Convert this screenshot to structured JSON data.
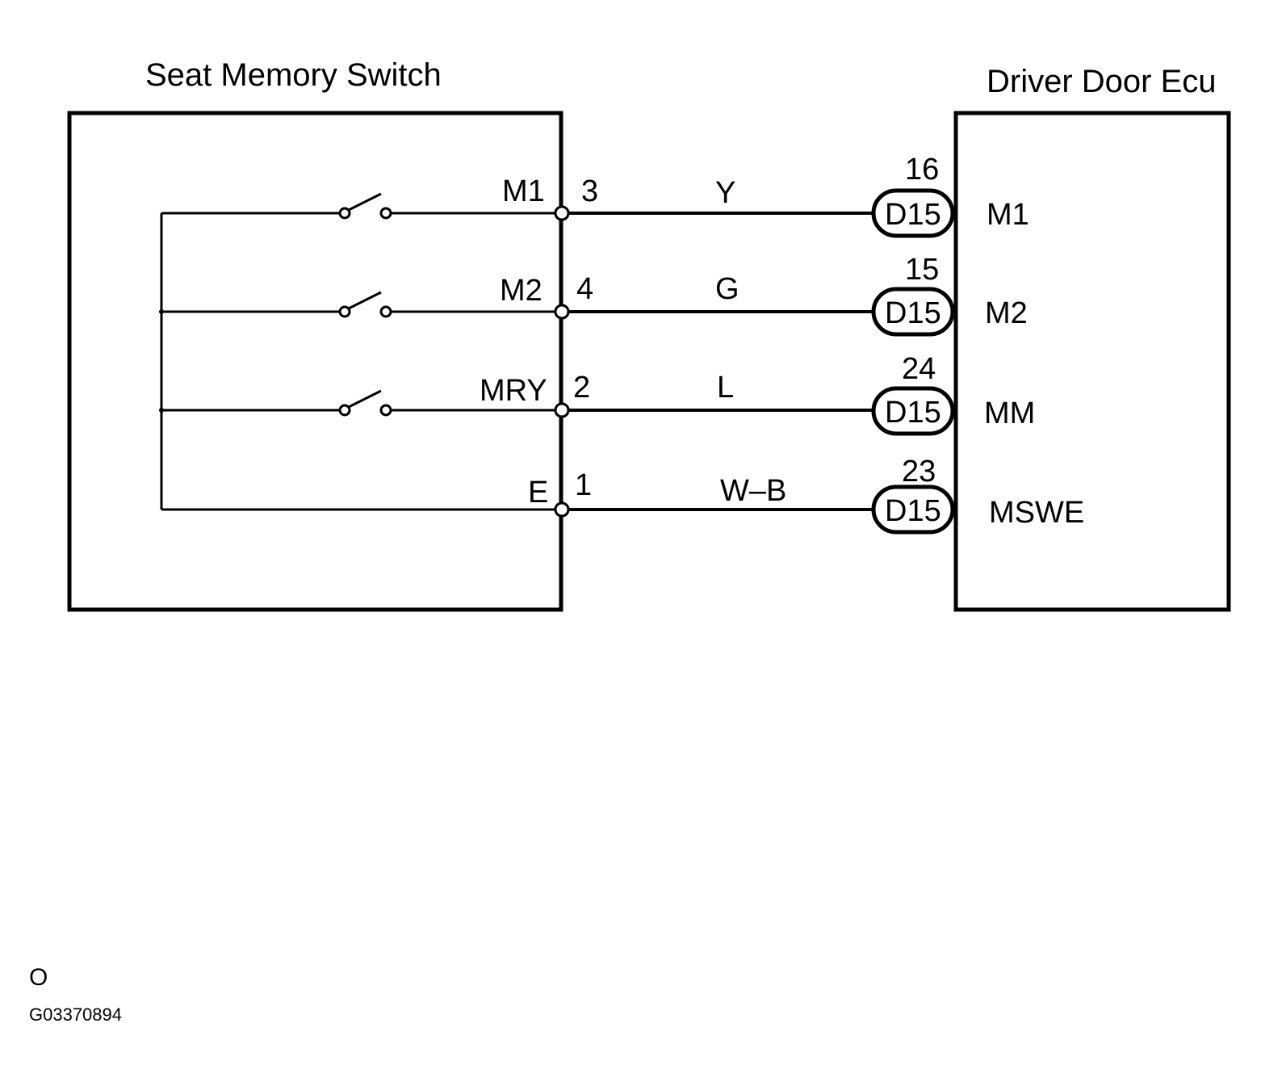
{
  "left_component": {
    "title": "Seat Memory Switch"
  },
  "right_component": {
    "title": "Driver Door Ecu"
  },
  "circuits": [
    {
      "switch_terminal": "M1",
      "pin": "3",
      "wire_color": "Y",
      "connector": "D15",
      "ecu_pin": "16",
      "ecu_terminal": "M1"
    },
    {
      "switch_terminal": "M2",
      "pin": "4",
      "wire_color": "G",
      "connector": "D15",
      "ecu_pin": "15",
      "ecu_terminal": "M2"
    },
    {
      "switch_terminal": "MRY",
      "pin": "2",
      "wire_color": "L",
      "connector": "D15",
      "ecu_pin": "24",
      "ecu_terminal": "MM"
    },
    {
      "switch_terminal": "E",
      "pin": "1",
      "wire_color": "W–B",
      "connector": "D15",
      "ecu_pin": "23",
      "ecu_terminal": "MSWE"
    }
  ],
  "footer": {
    "mark": "O",
    "figure_id": "G03370894"
  }
}
